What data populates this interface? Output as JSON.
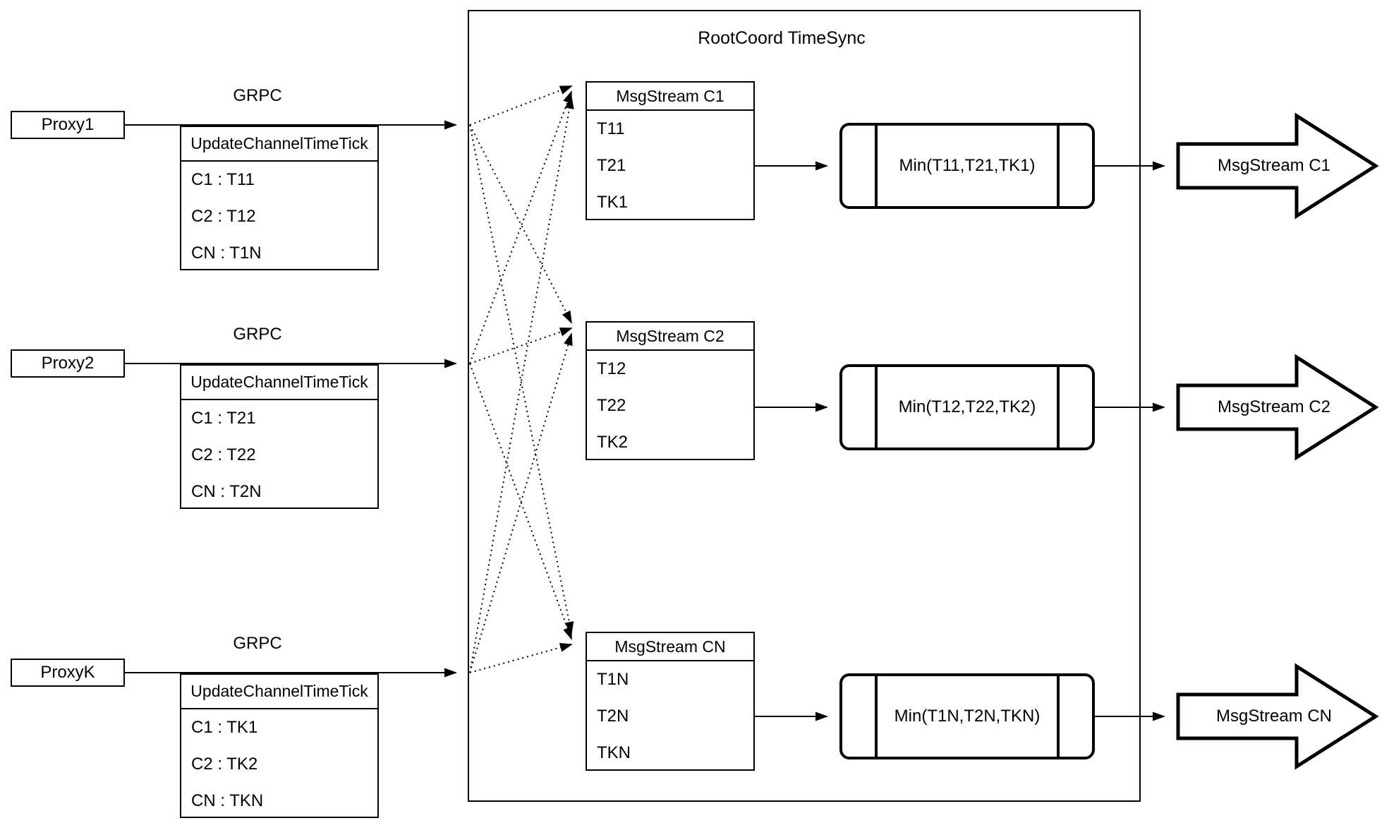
{
  "colors": {
    "stroke": "#000000",
    "background": "#ffffff",
    "text": "#000000"
  },
  "container": {
    "title": "RootCoord TimeSync"
  },
  "rows": [
    {
      "proxy_label": "Proxy1",
      "grpc_label": "GRPC",
      "tick_table": {
        "header": "UpdateChannelTimeTick",
        "entries": [
          "C1 :  T11",
          "C2 :  T12",
          "CN : T1N"
        ]
      },
      "msg_table": {
        "header": "MsgStream C1",
        "entries": [
          "T11",
          "T21",
          "TK1"
        ]
      },
      "min_label": "Min(T11,T21,TK1)",
      "out_arrow_label": "MsgStream C1"
    },
    {
      "proxy_label": "Proxy2",
      "grpc_label": "GRPC",
      "tick_table": {
        "header": "UpdateChannelTimeTick",
        "entries": [
          "C1 :  T21",
          "C2 :  T22",
          "CN : T2N"
        ]
      },
      "msg_table": {
        "header": "MsgStream C2",
        "entries": [
          "T12",
          "T22",
          "TK2"
        ]
      },
      "min_label": "Min(T12,T22,TK2)",
      "out_arrow_label": "MsgStream C2"
    },
    {
      "proxy_label": "ProxyK",
      "grpc_label": "GRPC",
      "tick_table": {
        "header": "UpdateChannelTimeTick",
        "entries": [
          "C1 :  TK1",
          "C2 :  TK2",
          "CN : TKN"
        ]
      },
      "msg_table": {
        "header": "MsgStream CN",
        "entries": [
          "T1N",
          "T2N",
          "TKN"
        ]
      },
      "min_label": "Min(T1N,T2N,TKN)",
      "out_arrow_label": "MsgStream CN"
    }
  ]
}
